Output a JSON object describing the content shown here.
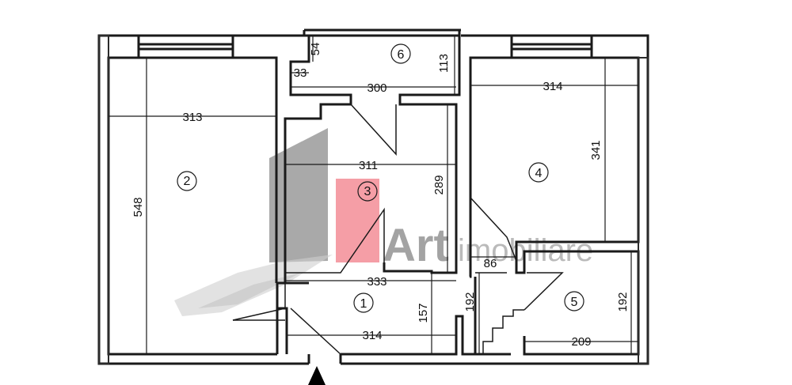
{
  "rooms": [
    "1",
    "2",
    "3",
    "4",
    "5",
    "6"
  ],
  "dimensions": {
    "d54": "54",
    "d33": "33",
    "d113": "113",
    "d300": "300",
    "d314_top": "314",
    "d313": "313",
    "d311": "311",
    "d289": "289",
    "d341": "341",
    "d548": "548",
    "d86": "86",
    "d333": "333",
    "d157": "157",
    "d192_mid": "192",
    "d192_right": "192",
    "d314_bottom": "314",
    "d209": "209"
  },
  "watermark": {
    "brand": "Art",
    "suffix": "imobiliare",
    "accent_color": "#f4949c"
  },
  "colors": {
    "wall": "#2b2b2b",
    "line": "#1a1a1a"
  },
  "icons": {
    "entrance": "entrance-arrow-icon"
  }
}
